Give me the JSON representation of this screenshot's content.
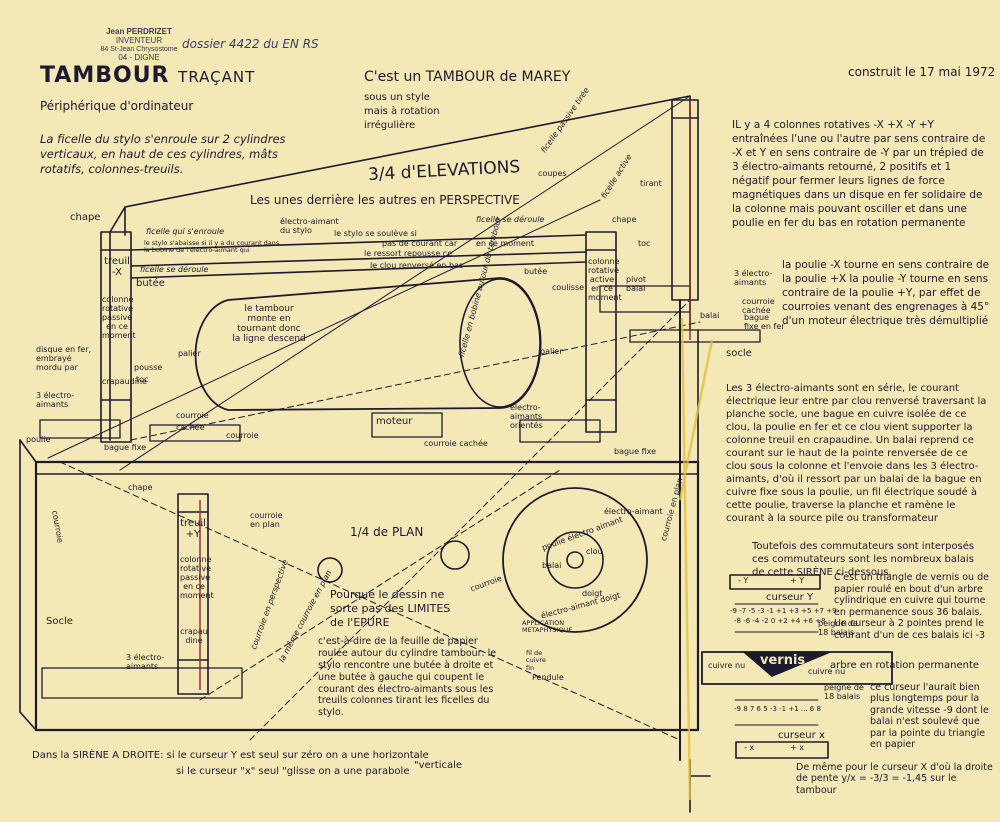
{
  "stamp": {
    "name": "Jean PERDRIZET",
    "role": "INVENTEUR",
    "street": "84 St-Jean Chrysostome",
    "city": "04 - DIGNE"
  },
  "dossier": "dossier 4422 du EN RS",
  "built": "construit le 17 mai 1972",
  "title": {
    "main": "TAMBOUR",
    "suffix": "TRAÇANT",
    "subtitle": "Périphérique d'ordinateur"
  },
  "marey": {
    "line1": "C'est un TAMBOUR de MAREY",
    "line2": "sous un style",
    "line3": "mais à rotation",
    "line4": "irrégulière"
  },
  "intro": "La ficelle du stylo s'enroule sur 2 cylindres verticaux, en haut de ces cylindres, mâts rotatifs, colonnes-treuils.",
  "elevations": {
    "heading": "3/4 d'ELEVATIONS",
    "coupes": "coupes",
    "sub": "Les unes derrière les autres en PERSPECTIVE"
  },
  "columns_text": "IL y a 4 colonnes rotatives -X +X -Y +Y entraînées l'une ou l'autre par sens contraire de -X et Y en sens contraire de -Y par un trépied de 3 électro-aimants retourné, 2 positifs et 1 négatif pour fermer leurs lignes de force magnétiques dans un disque en fer solidaire de la colonne mais pouvant osciller et dans une poulie en fer du bas en rotation permanente",
  "poulie_text": "la poulie -X tourne en sens contraire de la poulie +X la poulie -Y tourne en sens contraire de la poulie +Y, par effet de courroies venant des engrenages à 45° d'un moteur électrique très démultiplié",
  "electro_text": "Les 3 électro-aimants sont en série, le courant électrique leur entre par clou renversé traversant la planche socle, une bague en cuivre isolée de ce clou, la poulie en fer et ce clou vient supporter la colonne treuil en crapaudine. Un balai reprend ce courant sur le haut de la pointe renversée de ce clou sous la colonne et l'envoie dans les 3 électro-aimants, d'où il ressort par un balai de la bague en cuivre fixe sous la poulie, un fil électrique soudé à cette poulie, traverse la planche et ramène le courant à la source pile ou transformateur",
  "commut_text": "Toutefois des commutateurs sont interposés ces commutateurs sont les nombreux balais de cette SIRÈNE ci-dessous.",
  "vernis_text": "C'est un triangle de vernis ou de papier roulé en bout d'un arbre cylindrique en cuivre qui tourne en permanence sous 36 balais. Un curseur à 2 pointes prend le courant d'un de ces balais ici -3",
  "curseur_text": "ce curseur l'aurait bien plus longtemps pour la grande vitesse -9 dont le balai n'est soulevé que par la pointe du triangle en papier",
  "pente_text": "De même pour le curseur X d'où la droite de pente y/x = -3/3 = -1,45 sur le tambour",
  "epure": {
    "title": "Pourque le dessin ne sorte pas des LIMITES de l'EPURE",
    "body": "c'est-à-dire de la feuille de papier roulée autour du cylindre tambour: le stylo rencontre une butée à droite et une butée à gauche qui coupent le courant des électro-aimants sous les treuils colonnes tirant les ficelles du stylo."
  },
  "plan_label": "1/4 de PLAN",
  "bottom_line1": "Dans la SIRÈNE A DROITE: si le curseur Y est seul sur zéro on a une horizontale",
  "bottom_line2": "si le curseur \"x\" seul \"glisse on a une parabole",
  "bottom_vert": "\"verticale",
  "labels": {
    "chape": "chape",
    "chape2": "chape",
    "chape3": "chape",
    "ficelle_enroule": "ficelle qui s'enroule",
    "ficelle_deroule": "ficelle se déroule",
    "ficelle_deroule2": "ficelle se déroule",
    "ficelle_passive": "ficelle passive tirée",
    "ficelle_active": "ficelle active",
    "electro_stylo": "électro-aimant du stylo",
    "stylo_souleve": "le stylo se soulève si",
    "pas_courant": "pas de courant car",
    "en_ce_moment": "en ce moment",
    "stylo_abaisse": "le stylo s'abaisse si il y a du courant dans la bobine de l'électro-aimant qui",
    "ressort": "le ressort repousse ce",
    "clou_renverse": "le clou renversé en bas",
    "treuil_mx": "treuil -X",
    "colonne_passive": "colonne rotative passive en ce moment",
    "butee": "butée",
    "butee2": "butée",
    "tambour_monte": "le tambour monte en tournant donc la ligne descend",
    "palier": "palier",
    "palier2": "palier",
    "ficelle_bobine": "ficelle en bobine autour du tambour",
    "colonne_active": "colonne rotative active en ce moment",
    "coulisse": "coulisse",
    "tirant": "tirant",
    "toc": "toc",
    "pivot_balai": "pivot balai",
    "trois_electro": "3 électro-aimants",
    "courroie_cachee": "courroie cachée",
    "balai": "balai",
    "bague_fixe_enfer": "bague fixe en fer",
    "socle": "socle",
    "disque": "disque en fer, embrayé mordu par",
    "crapaudine": "crapaudine",
    "pousse": "pousse",
    "toc2": "toc",
    "trois_electro2": "3 électro-aimants",
    "poulie": "poulie",
    "courroie": "courroie",
    "cachee": "cachée",
    "courroie2": "courroie",
    "moteur": "moteur",
    "courroie_cachee2": "courroie cachée",
    "electro_orientes": "électro-aimants orientés",
    "bague_fixe": "bague fixe",
    "bague_fixe2": "bague fixe",
    "socle2": "Socle",
    "courroie_plan": "courroie",
    "courroie_en_plan": "courroie en plan",
    "treuil_py": "treuil +Y",
    "colonne_rot_passive": "colonne rotative passive en ce moment",
    "crapau_dine": "crapau dine",
    "trois_electro3": "3 électro-aimants",
    "courroie_perspective": "courroie en perspective",
    "meme_courroie": "la même courroie en plan",
    "electro_aimant": "électro-aimant",
    "poulie_electro": "poulie électro aimant",
    "clou": "clou",
    "balai2": "balai",
    "doigt": "doigt",
    "electro_doigt": "électro-aimant doigt",
    "courroie3": "courroie",
    "courroie_plan2": "courroie en plan",
    "application": "APPLICATION METAPHYSIQUE",
    "pendule": "Pendule",
    "fil_fin": "fil de cuivre fin",
    "curseur_y": "curseur Y",
    "curseur_x": "curseur x",
    "peigne18": "peigne de 18 balais",
    "peigne18b": "peigne de 18 balais",
    "vernis": "vernis",
    "arbre": "arbre en rotation permanente",
    "cuivre_nu": "cuivre nu",
    "cuivre_nu2": "cuivre nu",
    "y_minus": "- Y",
    "y_plus": "+ Y",
    "x_minus": "- x",
    "x_plus": "+ x",
    "scale_top": "-9 -7 -5 -3 -1 +1 +3 +5 +7 +9",
    "scale_mid": "-8 -6 -4 -2 0 +2 +4 +6 +8",
    "scale_bot": "-9 8 7 6 5 -3 -1 +1 ... 6 8"
  },
  "colors": {
    "paper": "#f3e8b6",
    "ink": "#1c1a2e",
    "red": "#8c2a2a",
    "yellow": "#e0c040"
  }
}
